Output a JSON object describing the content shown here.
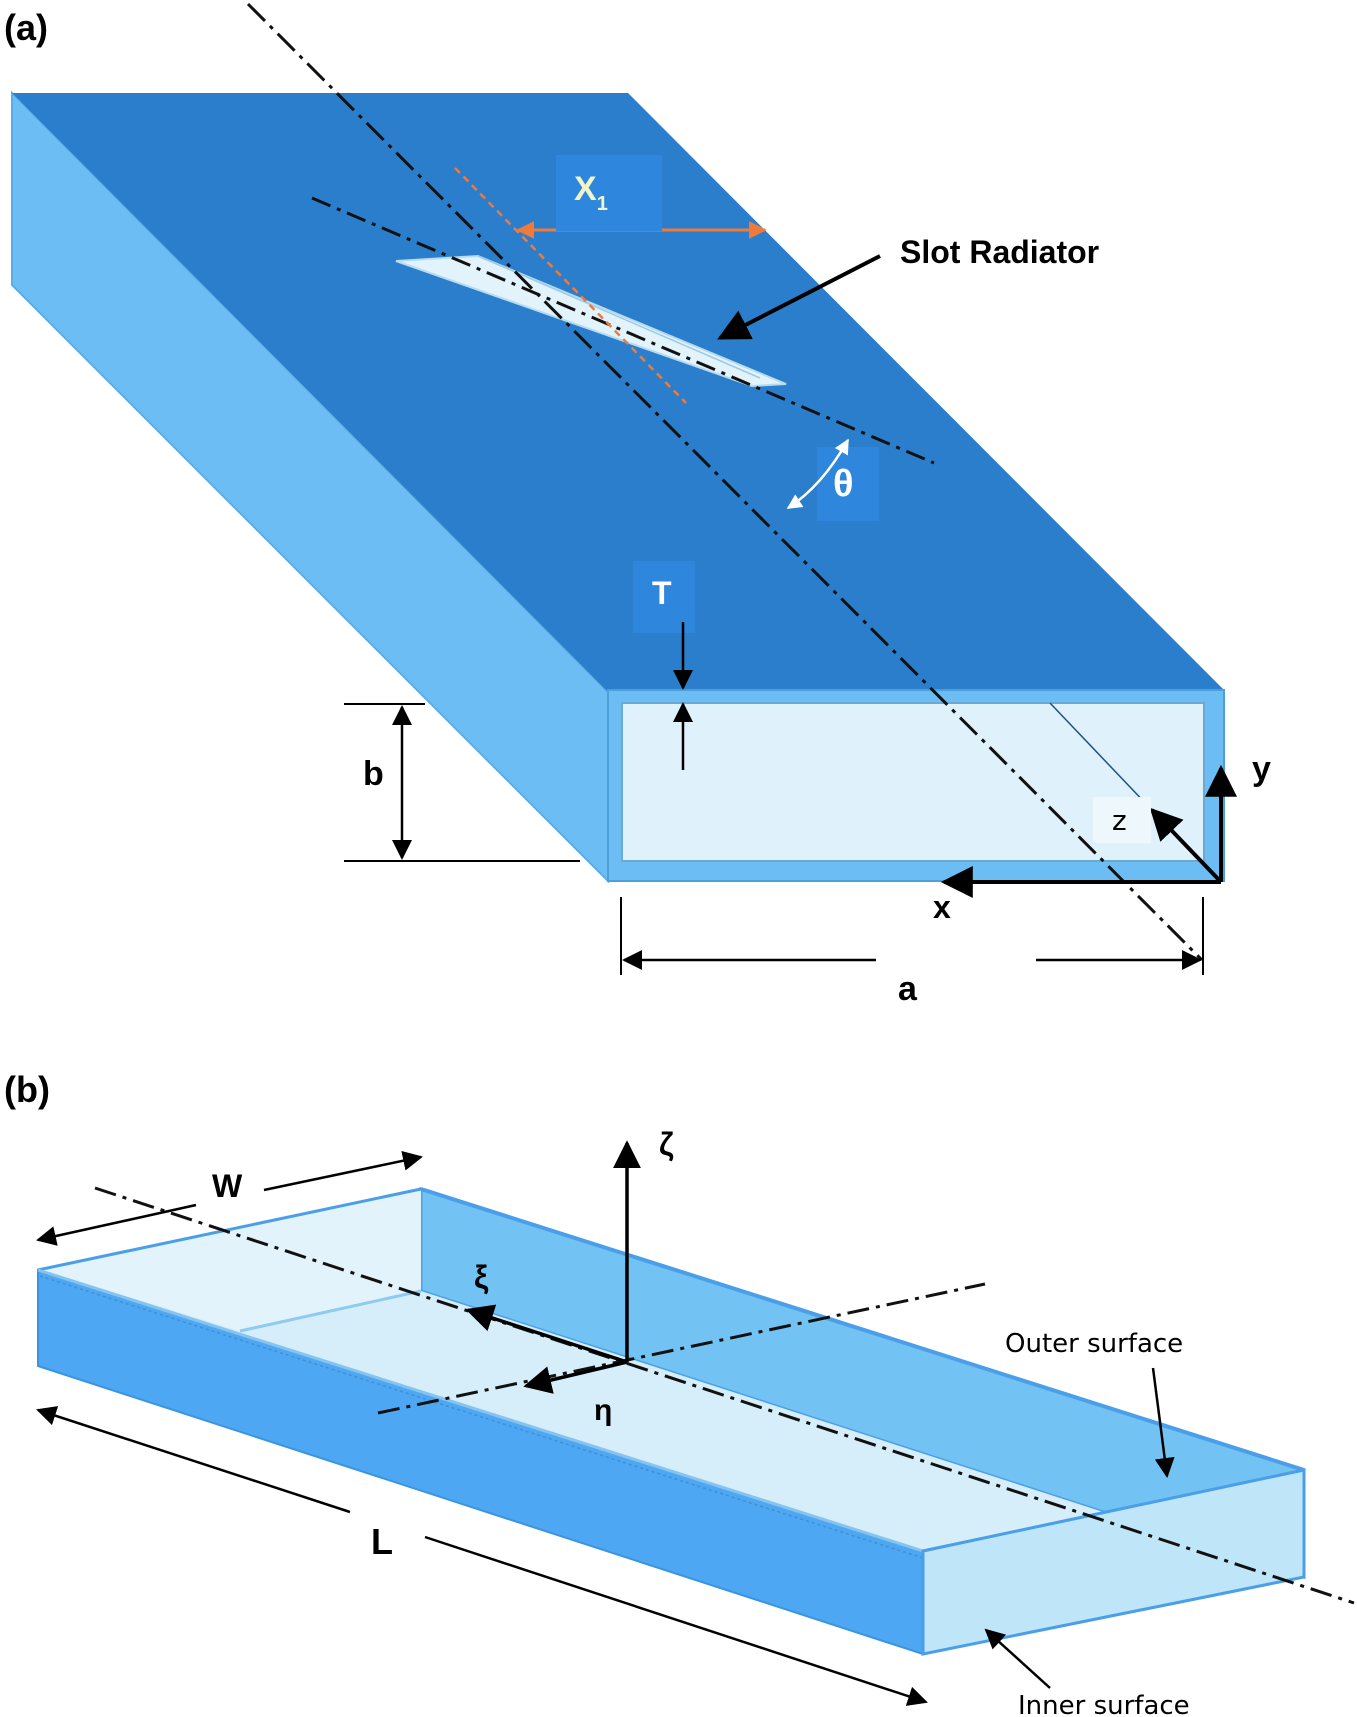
{
  "panel_a": {
    "panel_label": "(a)",
    "slot_label": "Slot Radiator",
    "offset_label": "X",
    "offset_sub": "1",
    "angle_label": "θ",
    "thickness_label": "T",
    "height_label": "b",
    "width_label": "a",
    "axis_x": "x",
    "axis_y": "y",
    "axis_z": "z"
  },
  "panel_b": {
    "panel_label": "(b)",
    "width_label": "W",
    "length_label": "L",
    "axis_zeta": "ζ",
    "axis_xi": "ξ",
    "axis_eta": "η",
    "outer_label": "Outer surface",
    "inner_label": "Inner surface"
  },
  "colors": {
    "top_face": "#2b7ecb",
    "side_face": "#6cbdf3",
    "interior": "#dff1fb",
    "offset_line": "#f07a3c",
    "label_box": "#2e86dd",
    "lid_face": "#4ea7f2"
  }
}
